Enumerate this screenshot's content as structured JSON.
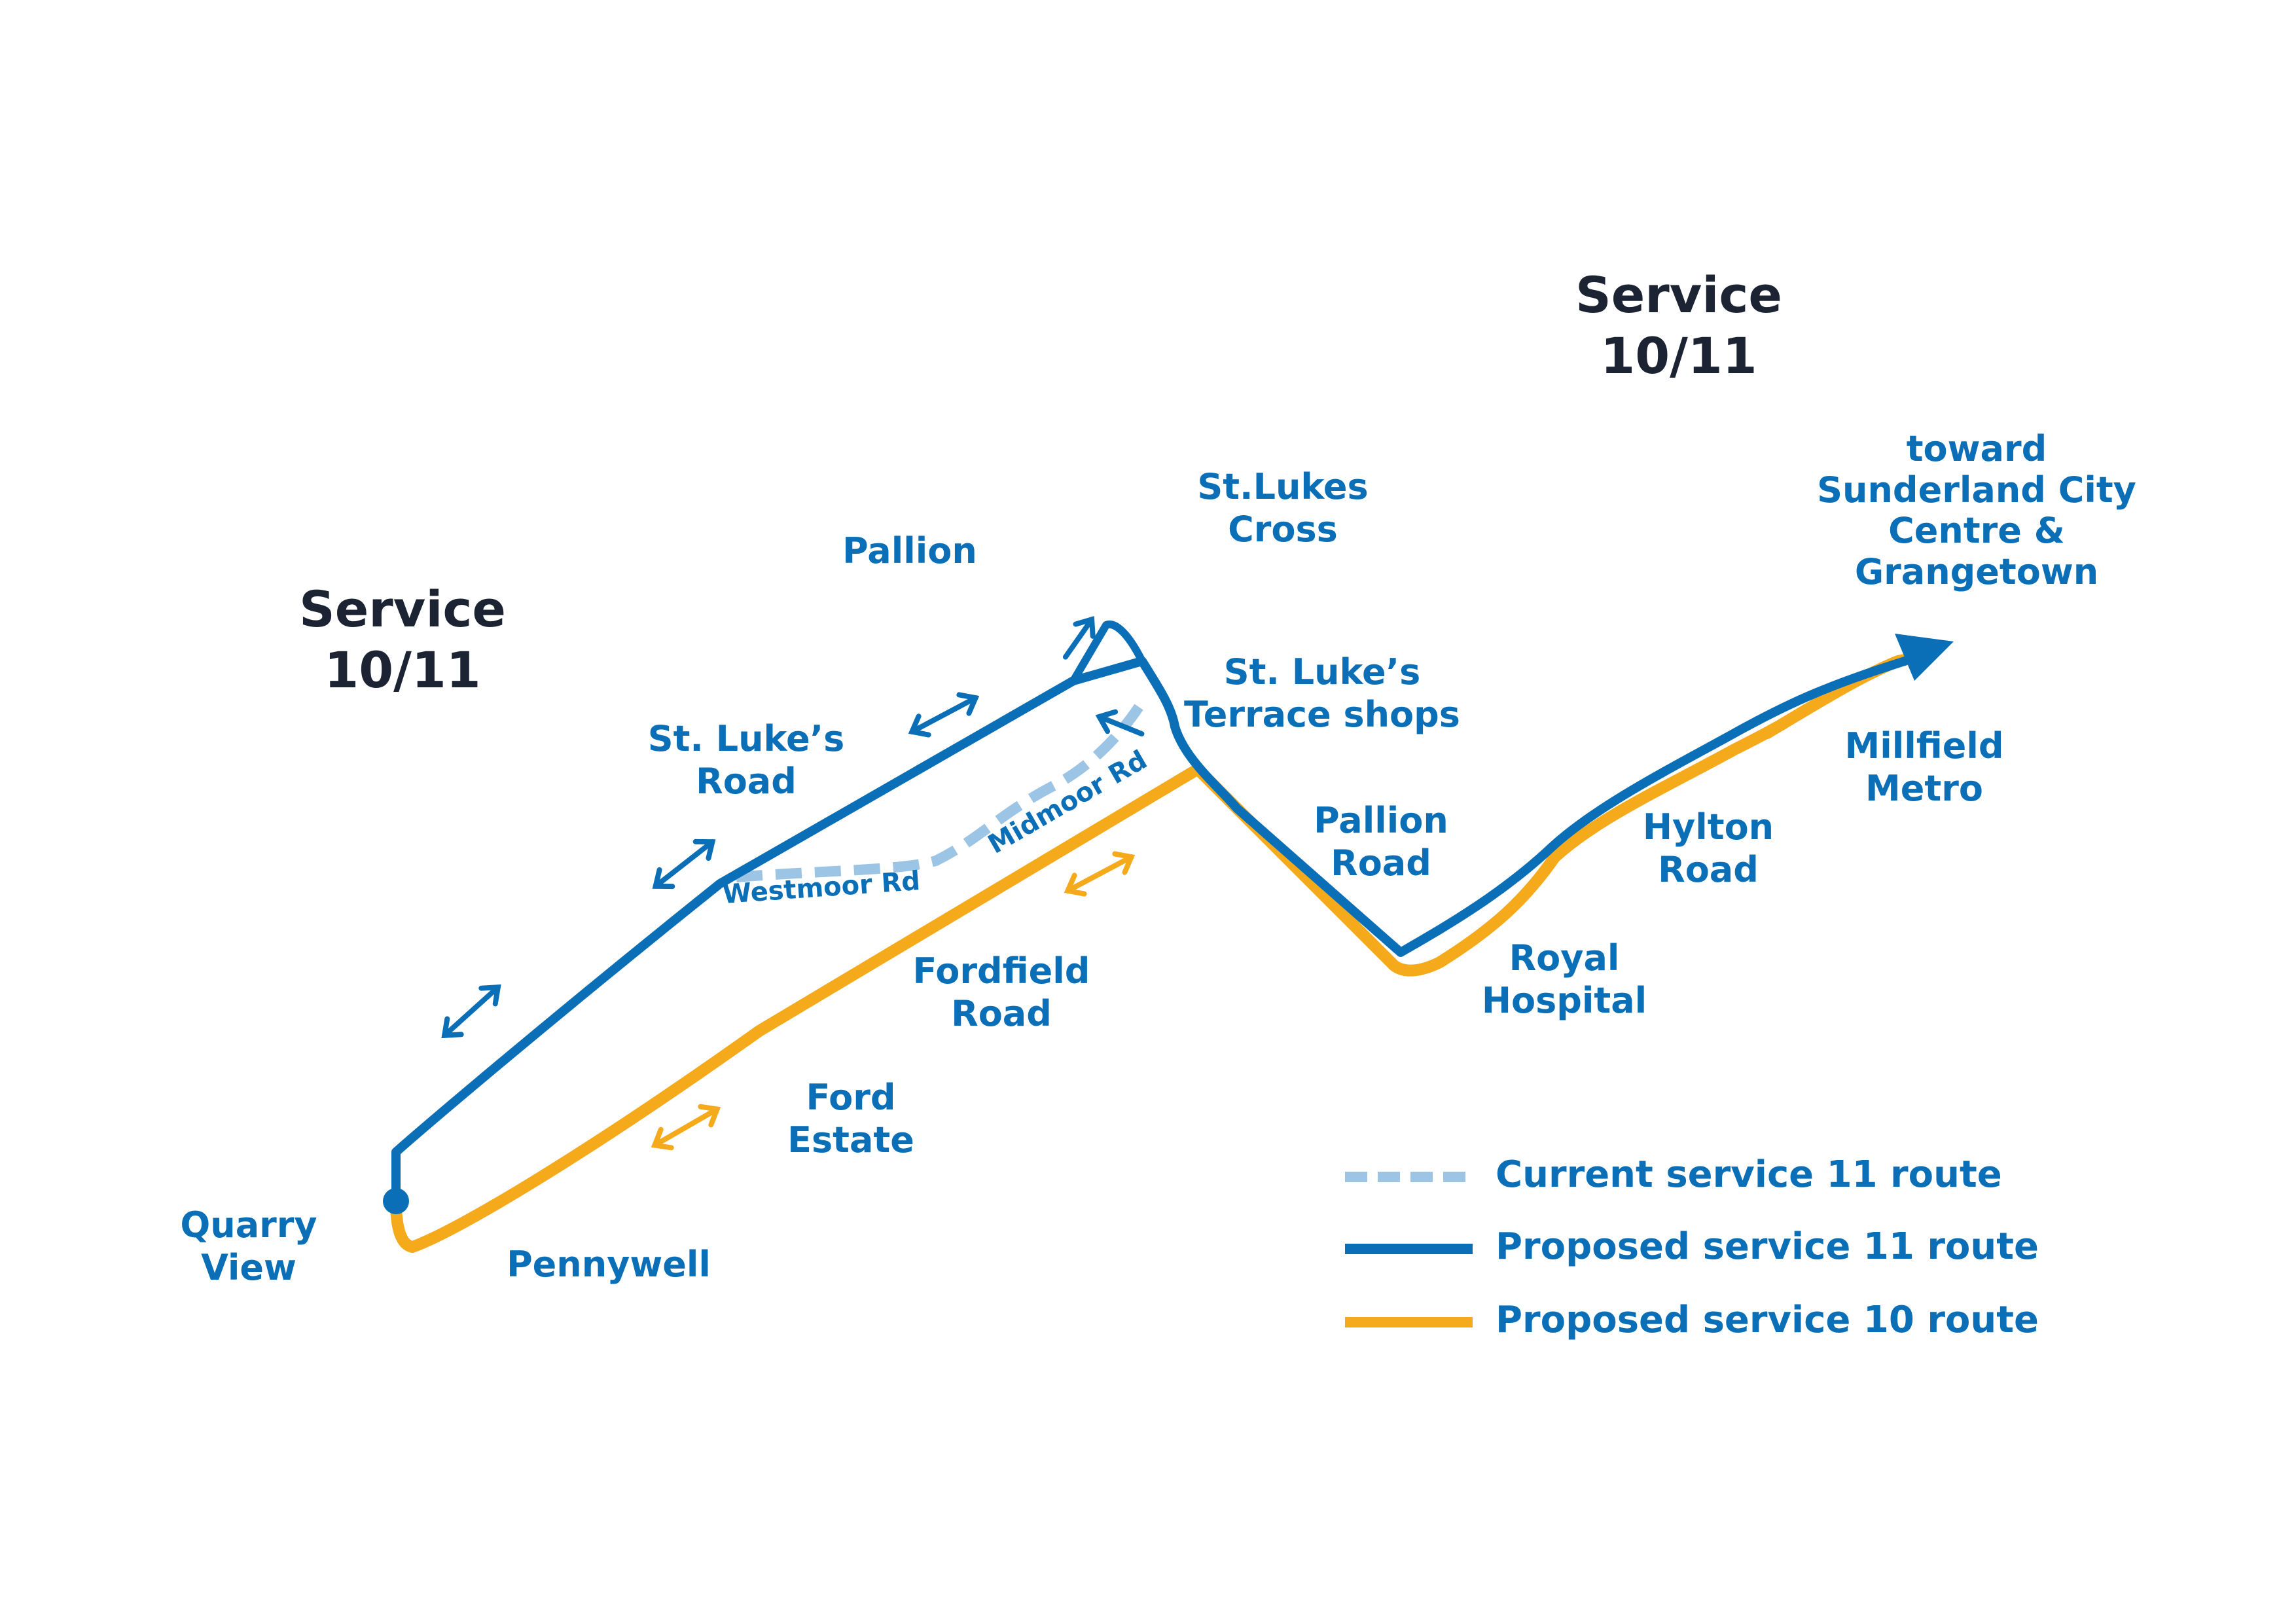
{
  "colors": {
    "blue": "#0a6fb7",
    "orange": "#f5aa1c",
    "light_blue": "#9cc4e4",
    "navy": "#1c2434",
    "background": "#ffffff"
  },
  "service_labels": {
    "left": [
      "Service",
      "10/11"
    ],
    "right": [
      "Service",
      "10/11"
    ]
  },
  "stops": {
    "pallion": [
      "Pallion"
    ],
    "st_lukes_cross": [
      "St.Lukes",
      "Cross"
    ],
    "st_lukes_terrace": [
      "St. Luke’s",
      "Terrace shops"
    ],
    "st_lukes_road": [
      "St. Luke’s",
      "Road"
    ],
    "pallion_road": [
      "Pallion",
      "Road"
    ],
    "royal_hospital": [
      "Royal",
      "Hospital"
    ],
    "hylton_road": [
      "Hylton",
      "Road"
    ],
    "millfield_metro": [
      "Millfield",
      "Metro"
    ],
    "toward": [
      "toward",
      "Sunderland City",
      "Centre &",
      "Grangetown"
    ],
    "fordfield_road": [
      "Fordfield",
      "Road"
    ],
    "ford_estate": [
      "Ford",
      "Estate"
    ],
    "quarry_view": [
      "Quarry",
      "View"
    ],
    "pennywell": [
      "Pennywell"
    ]
  },
  "road_labels": {
    "westmoor": "Westmoor Rd",
    "midmoor": "Midmoor Rd"
  },
  "legend": [
    {
      "label": "Current service 11 route",
      "style": "dashed",
      "color": "#9cc4e4"
    },
    {
      "label": "Proposed service 11 route",
      "style": "solid",
      "color": "#0a6fb7"
    },
    {
      "label": "Proposed service 10 route",
      "style": "solid",
      "color": "#f5aa1c"
    }
  ]
}
